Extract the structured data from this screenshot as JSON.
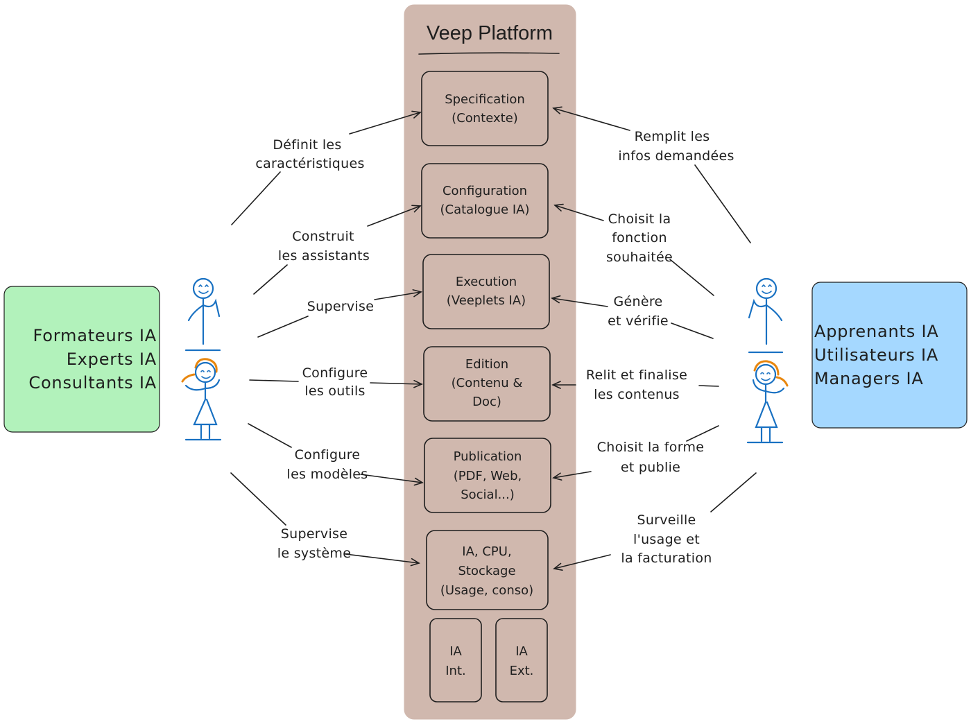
{
  "platform": {
    "title": "Veep Platform",
    "boxes": [
      {
        "line1": "Specification",
        "line2": "(Contexte)",
        "line3": ""
      },
      {
        "line1": "Configuration",
        "line2": "(Catalogue IA)",
        "line3": ""
      },
      {
        "line1": "Execution",
        "line2": "(Veeplets IA)",
        "line3": ""
      },
      {
        "line1": "Edition",
        "line2": "(Contenu &",
        "line3": "Doc)"
      },
      {
        "line1": "Publication",
        "line2": "(PDF, Web,",
        "line3": "Social...)"
      },
      {
        "line1": "IA, CPU,",
        "line2": "Stockage",
        "line3": "(Usage, conso)"
      }
    ],
    "ia_int": {
      "line1": "IA",
      "line2": "Int."
    },
    "ia_ext": {
      "line1": "IA",
      "line2": "Ext."
    }
  },
  "left_group": {
    "lines": [
      "Formateurs IA",
      "Experts IA",
      "Consultants IA"
    ],
    "color": "#b2f2bb"
  },
  "right_group": {
    "lines": [
      "Apprenants IA",
      "Utilisateurs IA",
      "Managers IA"
    ],
    "color": "#a5d8ff"
  },
  "left_labels": [
    {
      "line1": "Définit les",
      "line2": "caractéristiques"
    },
    {
      "line1": "Construit",
      "line2": "les assistants"
    },
    {
      "line1": "Supervise",
      "line2": ""
    },
    {
      "line1": "Configure",
      "line2": "les outils"
    },
    {
      "line1": "Configure",
      "line2": "les modèles"
    },
    {
      "line1": "Supervise",
      "line2": "le système"
    }
  ],
  "right_labels": [
    {
      "line1": "Remplit les",
      "line2": "infos demandées"
    },
    {
      "line1": "Choisit la",
      "line2": "fonction",
      "line3": "souhaitée"
    },
    {
      "line1": "Génère",
      "line2": "et vérifie"
    },
    {
      "line1": "Relit et finalise",
      "line2": "les contenus"
    },
    {
      "line1": "Choisit la forme",
      "line2": "et publie"
    },
    {
      "line1": "Surveille",
      "line2": "l'usage et",
      "line3": "la facturation"
    }
  ],
  "colors": {
    "platform_fill": "#d0b8ae",
    "box_fill": "#cdb5ab",
    "stroke": "#1e1e1e",
    "figure_blue": "#1971c2",
    "figure_orange": "#e8870f"
  }
}
